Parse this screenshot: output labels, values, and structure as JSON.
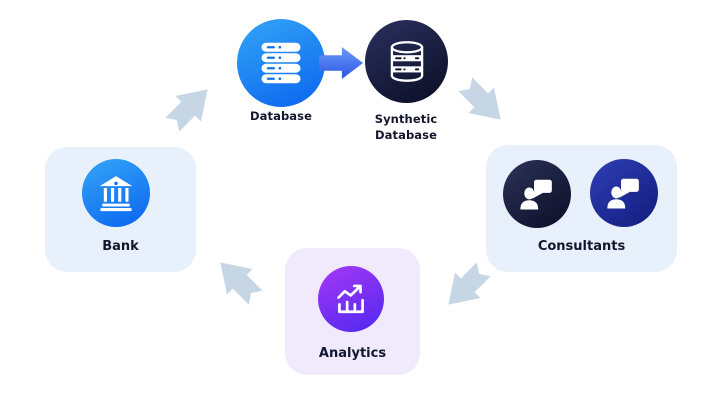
{
  "nodes": {
    "database": {
      "label": "Database",
      "icon": "database-stack-icon",
      "circle_color_start": "#33A5F7",
      "circle_color_end": "#0A64EE"
    },
    "synthetic_database": {
      "label": "Synthetic Database",
      "label_line1": "Synthetic",
      "label_line2": "Database",
      "icon": "database-outline-icon",
      "circle_color_start": "#2B3160",
      "circle_color_end": "#0A0D23"
    },
    "consultants": {
      "label": "Consultants",
      "icon": "person-speech-bubble-icon",
      "card_bg": "#E8F0FB",
      "circle1_color_start": "#2C3259",
      "circle1_color_end": "#0B0E26",
      "circle2_color_start": "#2E3FB5",
      "circle2_color_end": "#121C7C"
    },
    "analytics": {
      "label": "Analytics",
      "icon": "trending-bar-chart-icon",
      "card_bg": "#F0EAFC",
      "circle_color_start": "#A638F6",
      "circle_color_end": "#4F28F0"
    },
    "bank": {
      "label": "Bank",
      "icon": "bank-building-icon",
      "card_bg": "#E8F0FB",
      "circle_color_start": "#33A5F7",
      "circle_color_end": "#0A64EE"
    }
  },
  "arrows": [
    {
      "from": "database",
      "to": "synthetic_database",
      "direction": "right",
      "style": "blue-gradient"
    },
    {
      "from": "synthetic_database",
      "to": "consultants",
      "direction": "down-right",
      "style": "gray"
    },
    {
      "from": "consultants",
      "to": "analytics",
      "direction": "down-left",
      "style": "gray"
    },
    {
      "from": "analytics",
      "to": "bank",
      "direction": "up-left",
      "style": "gray"
    },
    {
      "from": "bank",
      "to": "database",
      "direction": "up-right",
      "style": "gray"
    }
  ],
  "colors": {
    "background": "#FFFFFF",
    "label_text": "#14162E",
    "arrow_gray": "#C7D6E4",
    "arrow_blue_start": "#6D9AF8",
    "arrow_blue_end": "#2B55E6"
  }
}
